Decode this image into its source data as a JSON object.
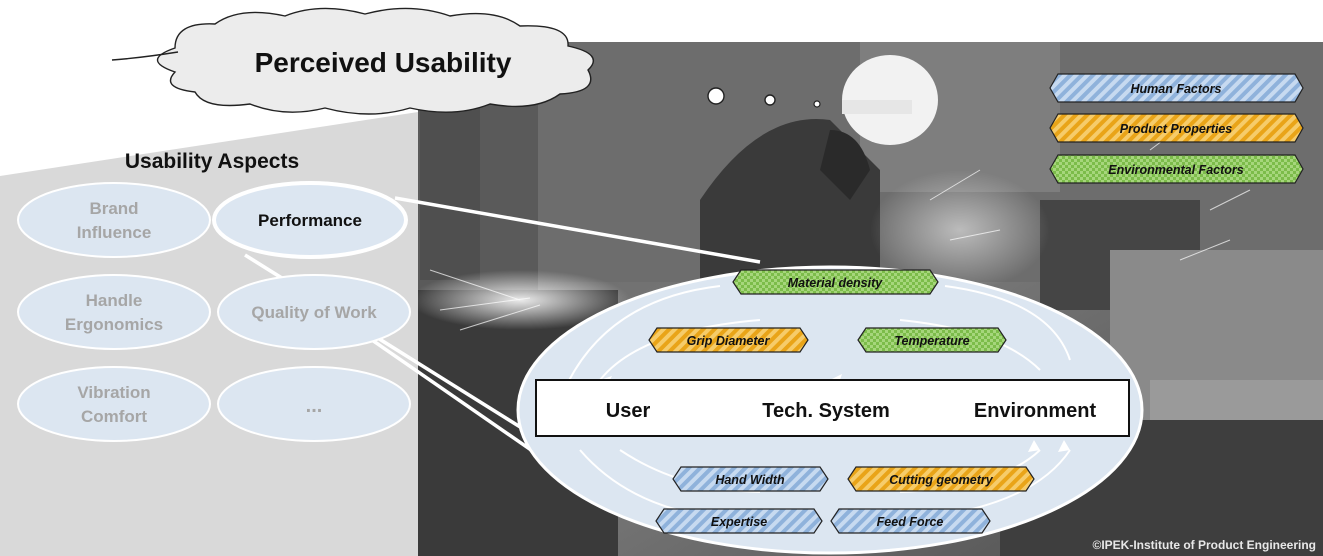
{
  "title": "Perceived Usability",
  "aspects_heading": "Usability Aspects",
  "aspects": [
    {
      "label": "Brand Influence",
      "line1": "Brand",
      "line2": "Influence",
      "highlighted": false
    },
    {
      "label": "Performance",
      "line1": "Performance",
      "line2": "",
      "highlighted": true
    },
    {
      "label": "Handle Ergonomics",
      "line1": "Handle",
      "line2": "Ergonomics",
      "highlighted": false
    },
    {
      "label": "Quality of Work",
      "line1": "Quality of Work",
      "line2": "",
      "highlighted": false
    },
    {
      "label": "Vibration Comfort",
      "line1": "Vibration",
      "line2": "Comfort",
      "highlighted": false
    },
    {
      "label": "...",
      "line1": "...",
      "line2": "",
      "highlighted": false
    }
  ],
  "legend": [
    {
      "label": "Human Factors",
      "category": "human",
      "color": "#9bbce0"
    },
    {
      "label": "Product Properties",
      "category": "product",
      "color": "#f2b430"
    },
    {
      "label": "Environmental Factors",
      "category": "environment",
      "color": "#8dc85a"
    }
  ],
  "system": {
    "user": "User",
    "tech": "Tech. System",
    "environment": "Environment"
  },
  "factors": {
    "material_density": "Material density",
    "grip_diameter": "Grip Diameter",
    "temperature": "Temperature",
    "hand_width": "Hand Width",
    "cutting_geometry": "Cutting geometry",
    "expertise": "Expertise",
    "feed_force": "Feed Force"
  },
  "copyright": "©IPEK-Institute of Product Engineering"
}
